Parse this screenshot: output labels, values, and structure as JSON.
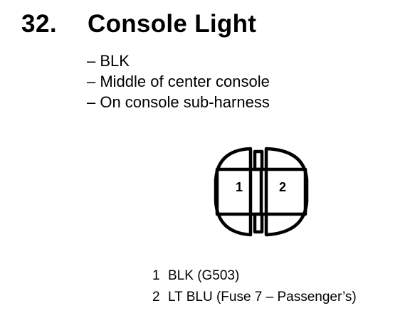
{
  "heading": {
    "number": "32.",
    "title": "Console Light"
  },
  "details": [
    "– BLK",
    "– Middle of center console",
    "– On console sub-harness"
  ],
  "connector": {
    "pin_labels": [
      "1",
      "2"
    ]
  },
  "pinout": [
    {
      "pin": "1",
      "description": "BLK (G503)"
    },
    {
      "pin": "2",
      "description": "LT BLU (Fuse 7 – Passenger’s)"
    }
  ]
}
